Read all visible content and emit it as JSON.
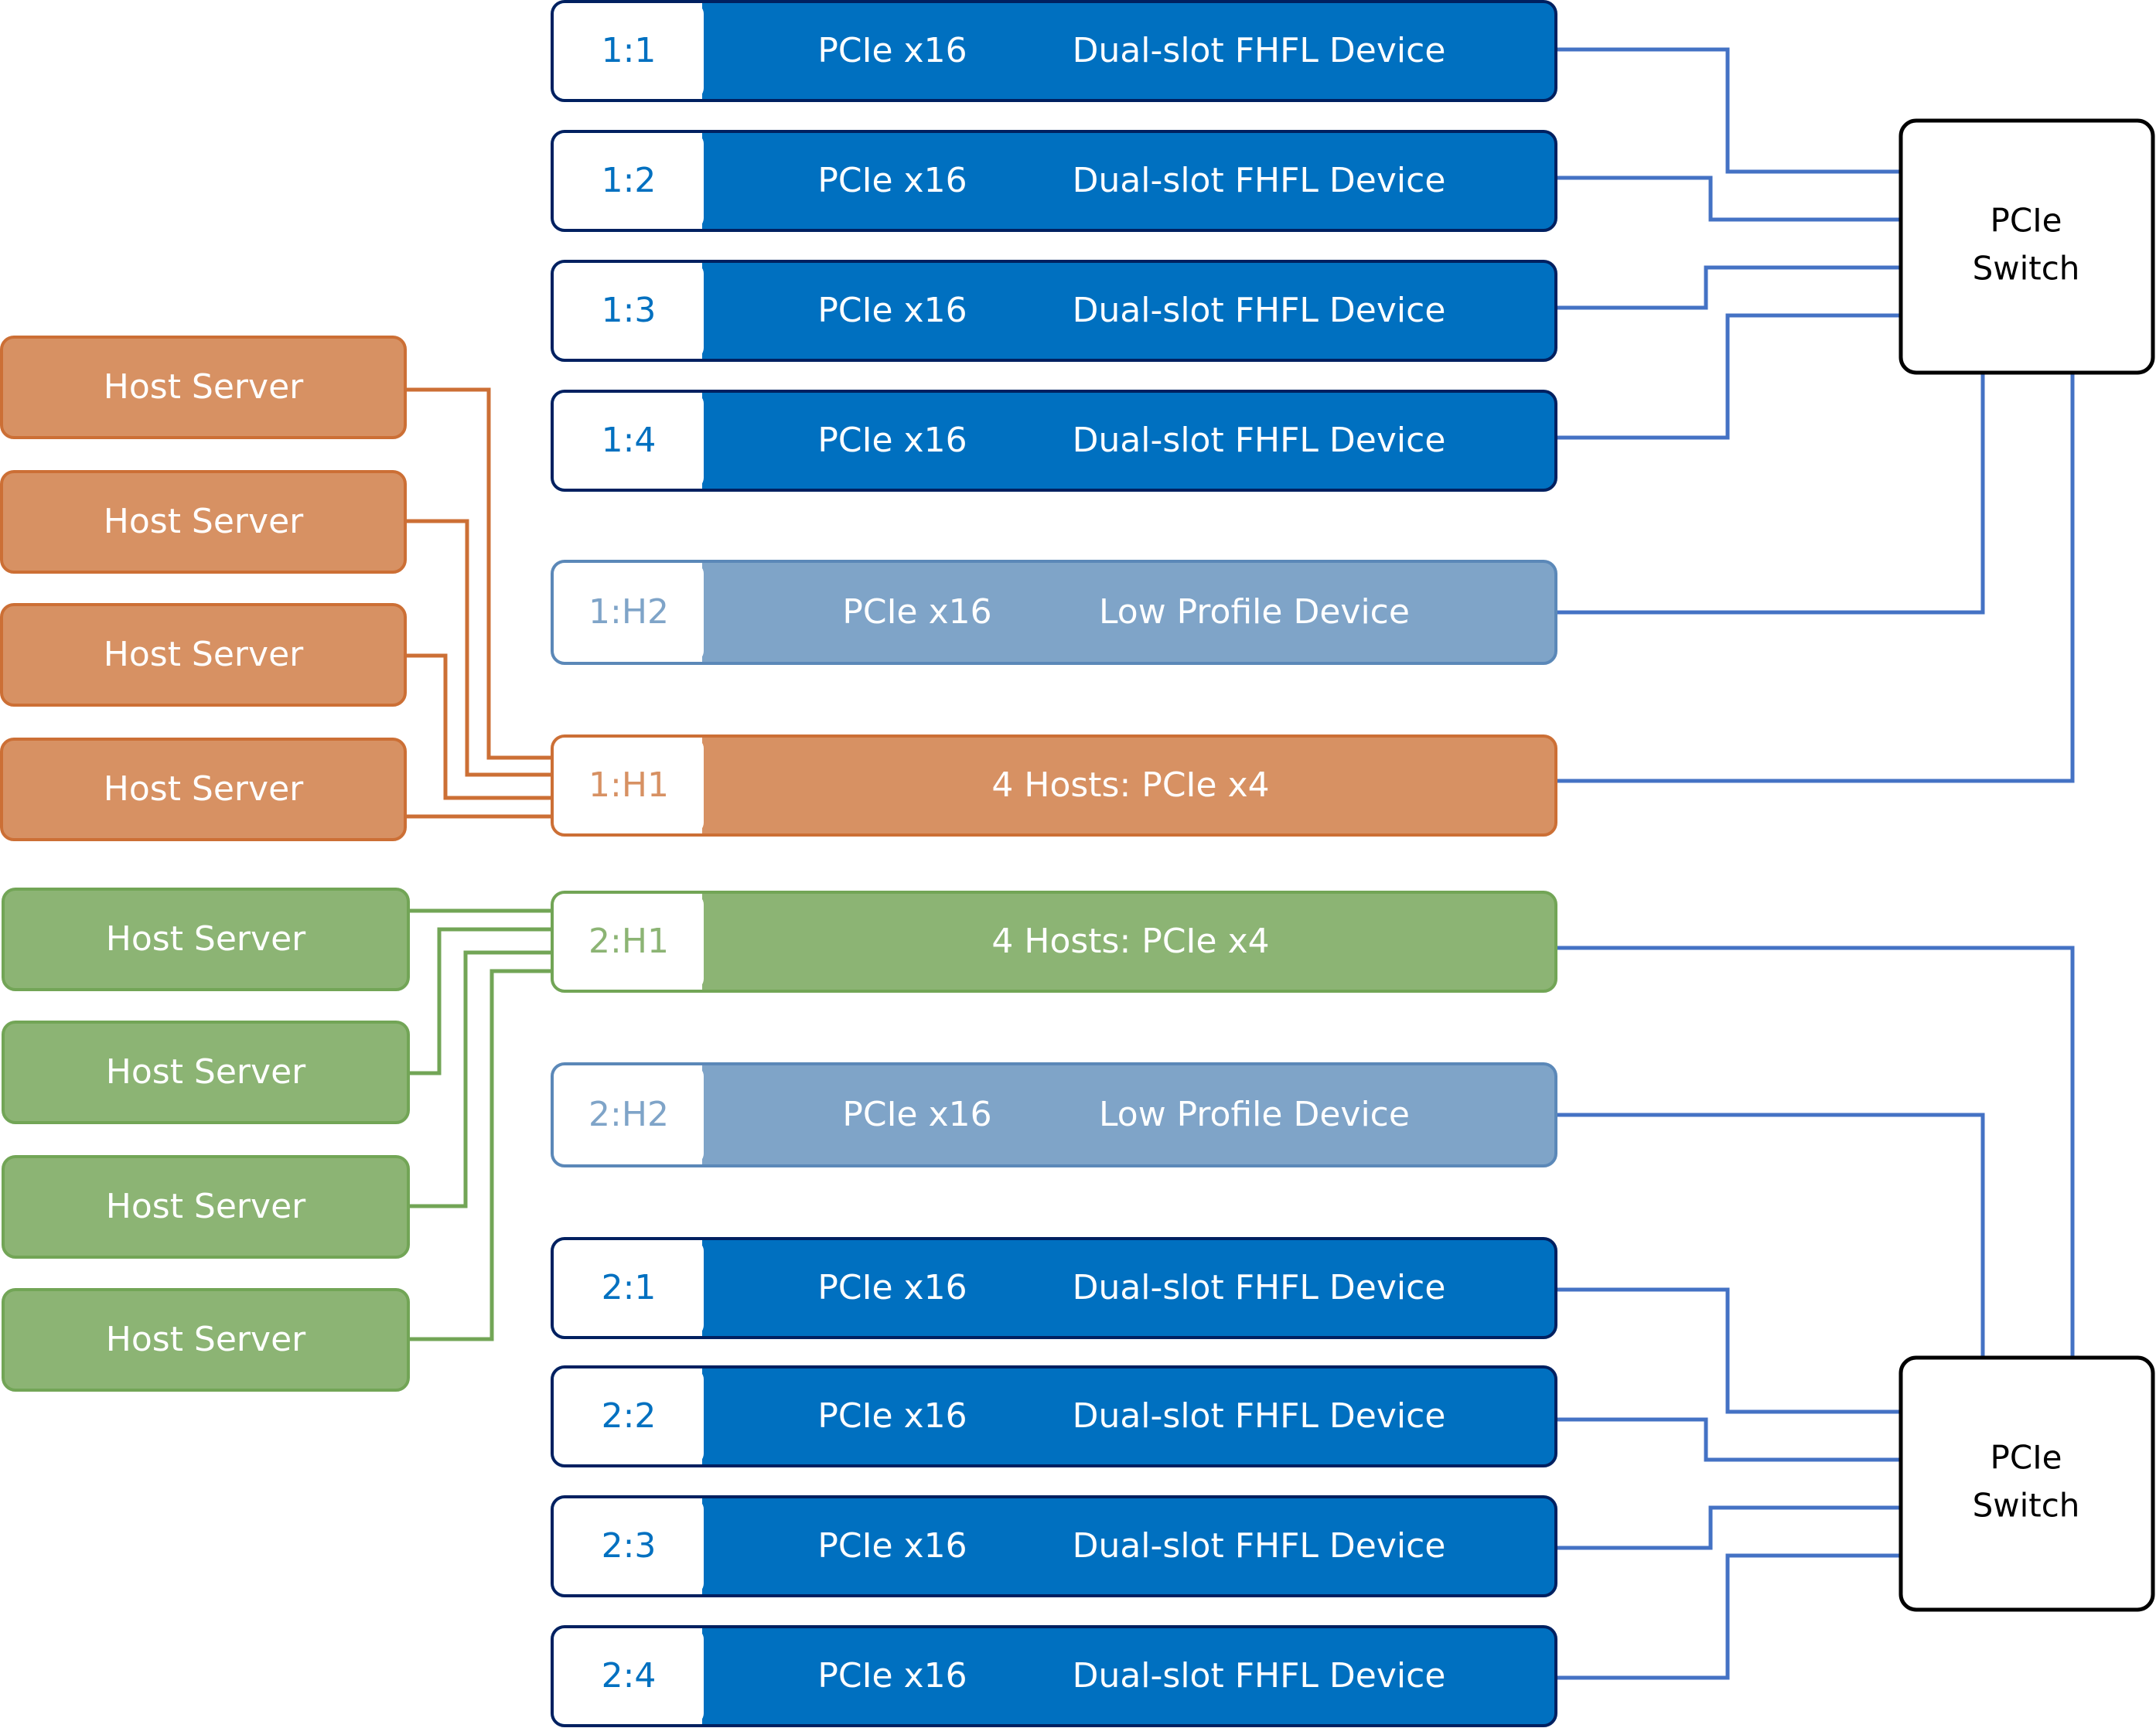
{
  "colors": {
    "dual_fill": "#0070c0",
    "dual_border": "#002060",
    "lp_fill": "#7fa4c8",
    "lp_border": "#5b88b8",
    "lp_id_text": "#7fa4c8",
    "orange_fill": "#d79163",
    "orange_border": "#cc6f35",
    "green_fill": "#8cb474",
    "green_border": "#72a556",
    "blue_line": "#4472c4",
    "white": "#ffffff",
    "black": "#000000"
  },
  "slots": [
    {
      "id": "1:1",
      "kind": "dual",
      "iface": "PCIe x16",
      "device": "Dual-slot FHFL Device"
    },
    {
      "id": "1:2",
      "kind": "dual",
      "iface": "PCIe x16",
      "device": "Dual-slot FHFL Device"
    },
    {
      "id": "1:3",
      "kind": "dual",
      "iface": "PCIe x16",
      "device": "Dual-slot FHFL Device"
    },
    {
      "id": "1:4",
      "kind": "dual",
      "iface": "PCIe x16",
      "device": "Dual-slot FHFL Device"
    },
    {
      "id": "1:H2",
      "kind": "lp",
      "iface": "PCIe x16",
      "device": "Low Profile Device"
    },
    {
      "id": "1:H1",
      "kind": "orange",
      "hosts": "4 Hosts: PCIe x4"
    },
    {
      "id": "2:H1",
      "kind": "green",
      "hosts": "4 Hosts: PCIe x4"
    },
    {
      "id": "2:H2",
      "kind": "lp",
      "iface": "PCIe x16",
      "device": "Low Profile Device"
    },
    {
      "id": "2:1",
      "kind": "dual",
      "iface": "PCIe x16",
      "device": "Dual-slot FHFL Device"
    },
    {
      "id": "2:2",
      "kind": "dual",
      "iface": "PCIe x16",
      "device": "Dual-slot FHFL Device"
    },
    {
      "id": "2:3",
      "kind": "dual",
      "iface": "PCIe x16",
      "device": "Dual-slot FHFL Device"
    },
    {
      "id": "2:4",
      "kind": "dual",
      "iface": "PCIe x16",
      "device": "Dual-slot FHFL Device"
    }
  ],
  "hosts_group1": [
    "Host Server",
    "Host Server",
    "Host Server",
    "Host Server"
  ],
  "hosts_group2": [
    "Host Server",
    "Host Server",
    "Host Server",
    "Host Server"
  ],
  "switches": [
    {
      "line1": "PCIe",
      "line2": "Switch"
    },
    {
      "line1": "PCIe",
      "line2": "Switch"
    }
  ]
}
